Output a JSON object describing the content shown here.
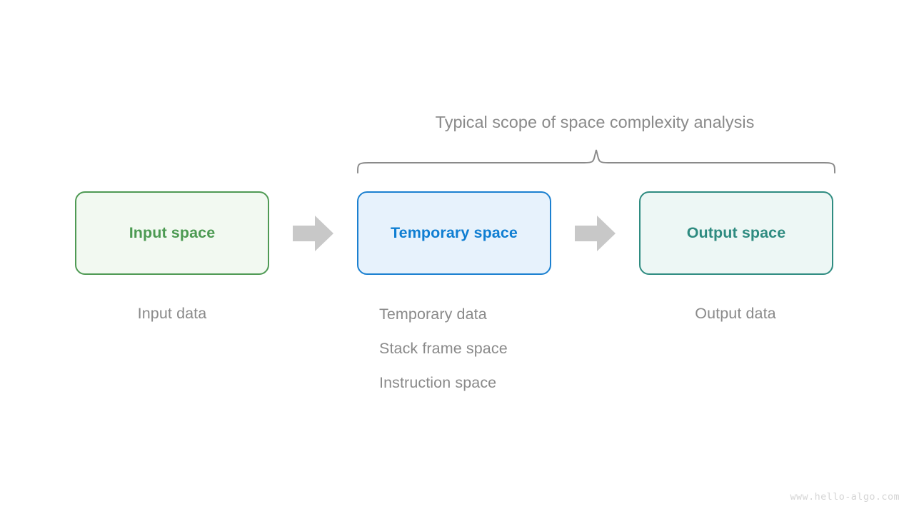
{
  "diagram": {
    "title": "Typical scope of space complexity analysis",
    "watermark": "www.hello-algo.com",
    "colors": {
      "background": "#ffffff",
      "title_text": "#8a8a8a",
      "brace_stroke": "#8a8a8a",
      "arrow_fill": "#c8c8c8",
      "input_accent": "#4c9a52",
      "input_fill": "#f2f9f1",
      "temporary_accent": "#0f7ed2",
      "temporary_fill": "#e7f2fc",
      "output_accent": "#2e8b80",
      "output_fill": "#edf7f5",
      "caption_text": "#8a8a8a",
      "watermark_text": "#d5d5d5"
    },
    "boxes": [
      {
        "id": "input-space",
        "label": "Input space",
        "captions": [
          "Input data"
        ]
      },
      {
        "id": "temporary-space",
        "label": "Temporary space",
        "captions": [
          "Temporary data",
          "Stack frame space",
          "Instruction space"
        ]
      },
      {
        "id": "output-space",
        "label": "Output space",
        "captions": [
          "Output data"
        ]
      }
    ],
    "arrows": [
      {
        "id": "arrow-input-to-temporary",
        "direction": "right"
      },
      {
        "id": "arrow-temporary-to-output",
        "direction": "right"
      }
    ],
    "brace": {
      "covers": [
        "Temporary space",
        "Output space"
      ],
      "label": "Typical scope of space complexity analysis"
    }
  }
}
